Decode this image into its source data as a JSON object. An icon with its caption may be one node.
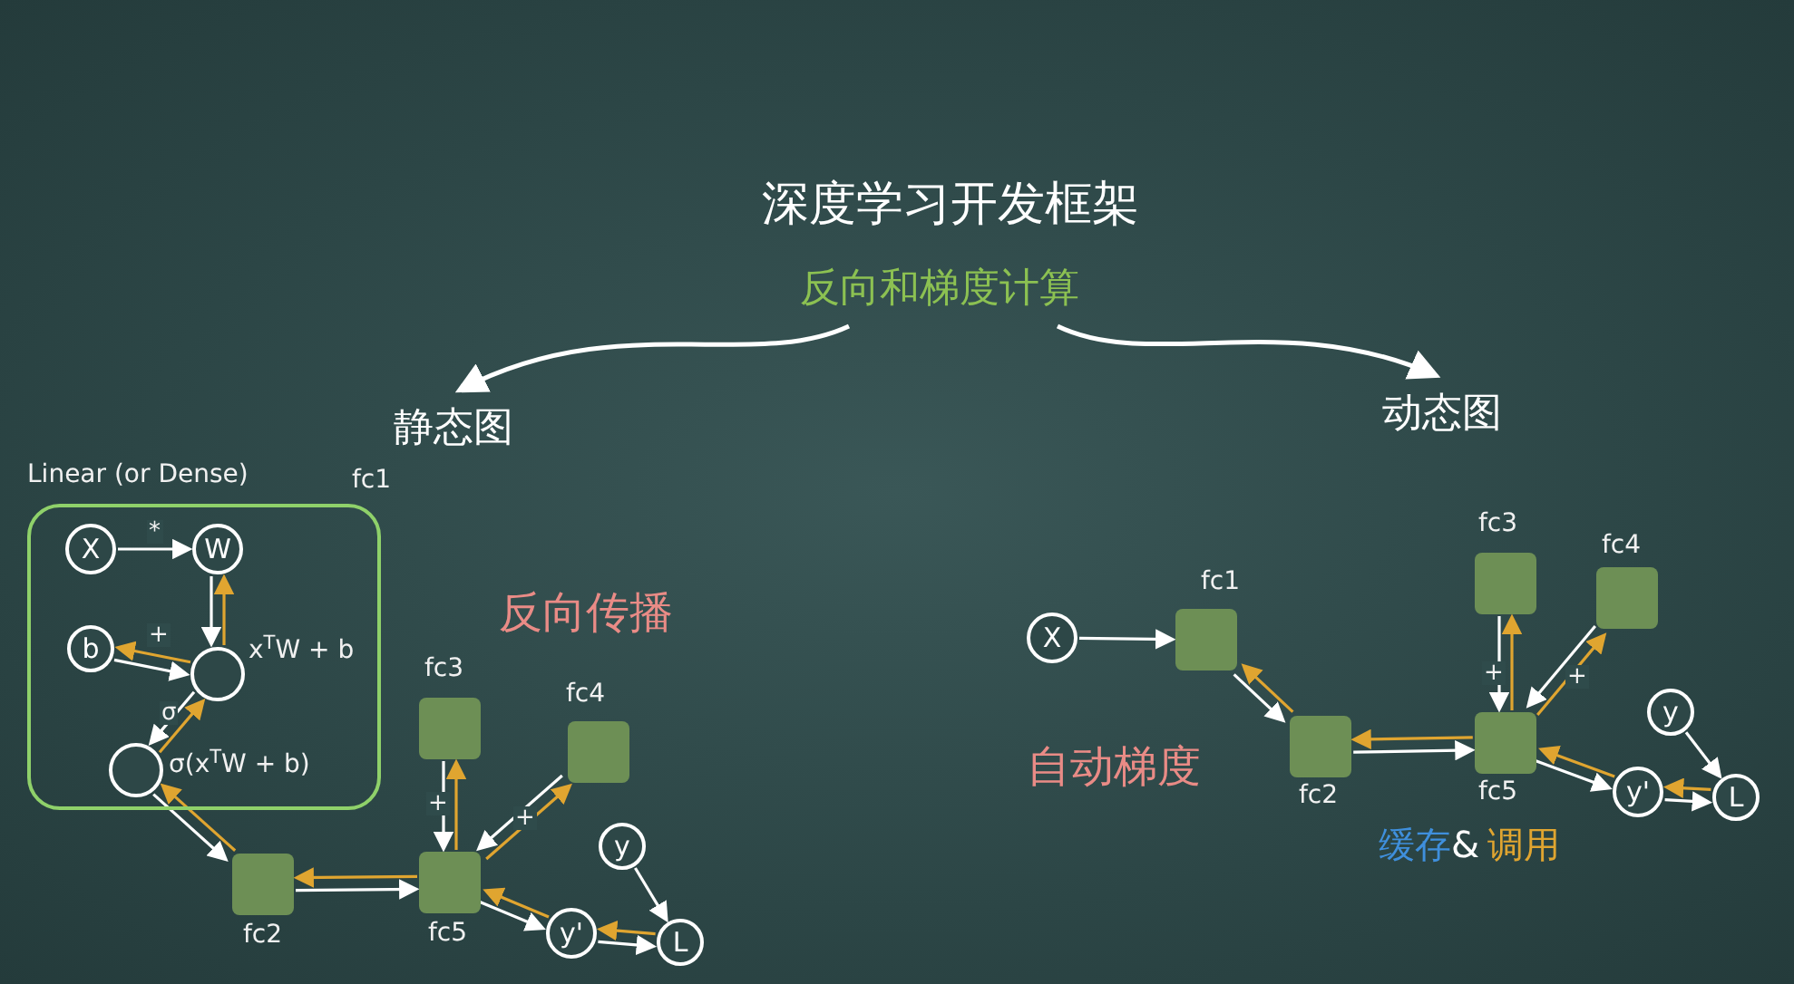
{
  "diagram": {
    "title": "深度学习开发框架",
    "nodes": [
      {
        "text": [
          "反向和梯度计算"
        ]
      },
      {
        "text": [
          "静态图"
        ]
      },
      {
        "text": [
          "动态图"
        ]
      },
      {
        "text": [
          "Linear (or Dense)"
        ],
        "beside": [
          "fc1"
        ]
      },
      {
        "text": [
          "X"
        ],
        "in": 3
      },
      {
        "text": [
          "W"
        ],
        "in": 3
      },
      {
        "text": [
          "b"
        ],
        "in": 3
      },
      {
        "text": [],
        "shape": "circle",
        "in": 3,
        "beside": [
          "x$^{T}$W + b"
        ]
      },
      {
        "text": [],
        "shape": "circle",
        "in": 3,
        "beside": [
          "σ(x$^{T}$W + b)"
        ]
      },
      {
        "text": [],
        "shape": "box",
        "beside": [
          "fc2"
        ]
      },
      {
        "text": [],
        "shape": "box",
        "beside": [
          "fc3"
        ]
      },
      {
        "text": [],
        "shape": "box",
        "beside": [
          "fc4"
        ]
      },
      {
        "text": [],
        "shape": "box",
        "beside": [
          "fc5"
        ]
      },
      {
        "text": [
          "y"
        ]
      },
      {
        "text": [
          "y'"
        ]
      },
      {
        "text": [
          "L"
        ]
      },
      {
        "text": [
          "X"
        ]
      },
      {
        "text": [],
        "shape": "box",
        "beside": [
          "fc1"
        ]
      },
      {
        "text": [],
        "shape": "box",
        "beside": [
          "fc2"
        ]
      },
      {
        "text": [],
        "shape": "box",
        "beside": [
          "fc3"
        ]
      },
      {
        "text": [],
        "shape": "box",
        "beside": [
          "fc4"
        ]
      },
      {
        "text": [],
        "shape": "box",
        "beside": [
          "fc5"
        ]
      },
      {
        "text": [
          "y"
        ]
      },
      {
        "text": [
          "y'"
        ]
      },
      {
        "text": [
          "L"
        ]
      }
    ],
    "edges": [
      {
        "from": 0,
        "to": 1,
        "arrow": "to"
      },
      {
        "from": 0,
        "to": 2,
        "arrow": "to"
      },
      {
        "from": 4,
        "to": 5,
        "arrow": "to",
        "label": "*"
      },
      {
        "from": 5,
        "to": 7,
        "arrow": "to"
      },
      {
        "from": 7,
        "to": 5,
        "arrow": "to",
        "color": "#e0a530"
      },
      {
        "from": 6,
        "to": 7,
        "arrow": "to",
        "label": "+"
      },
      {
        "from": 7,
        "to": 6,
        "arrow": "to",
        "color": "#e0a530"
      },
      {
        "from": 7,
        "to": 8,
        "arrow": "to",
        "label": "σ"
      },
      {
        "from": 8,
        "to": 7,
        "arrow": "to",
        "color": "#e0a530"
      },
      {
        "from": 8,
        "to": 9,
        "arrow": "to"
      },
      {
        "from": 9,
        "to": 8,
        "arrow": "to",
        "color": "#e0a530"
      },
      {
        "from": 9,
        "to": 12,
        "arrow": "to"
      },
      {
        "from": 12,
        "to": 9,
        "arrow": "to",
        "color": "#e0a530"
      },
      {
        "from": 10,
        "to": 12,
        "arrow": "to",
        "label": "+"
      },
      {
        "from": 12,
        "to": 10,
        "arrow": "to",
        "color": "#e0a530"
      },
      {
        "from": 11,
        "to": 12,
        "arrow": "to",
        "label": "+"
      },
      {
        "from": 12,
        "to": 11,
        "arrow": "to",
        "color": "#e0a530"
      },
      {
        "from": 12,
        "to": 14,
        "arrow": "to"
      },
      {
        "from": 14,
        "to": 12,
        "arrow": "to",
        "color": "#e0a530"
      },
      {
        "from": 13,
        "to": 15,
        "arrow": "to"
      },
      {
        "from": 14,
        "to": 15,
        "arrow": "to"
      },
      {
        "from": 15,
        "to": 14,
        "arrow": "to",
        "color": "#e0a530"
      },
      {
        "from": 16,
        "to": 17,
        "arrow": "to"
      },
      {
        "from": 17,
        "to": 18,
        "arrow": "to"
      },
      {
        "from": 18,
        "to": 17,
        "arrow": "to",
        "color": "#e0a530"
      },
      {
        "from": 18,
        "to": 21,
        "arrow": "to"
      },
      {
        "from": 21,
        "to": 18,
        "arrow": "to",
        "color": "#e0a530"
      },
      {
        "from": 19,
        "to": 21,
        "arrow": "to",
        "label": "+"
      },
      {
        "from": 21,
        "to": 19,
        "arrow": "to",
        "color": "#e0a530"
      },
      {
        "from": 20,
        "to": 21,
        "arrow": "to",
        "label": "+"
      },
      {
        "from": 21,
        "to": 20,
        "arrow": "to",
        "color": "#e0a530"
      },
      {
        "from": 21,
        "to": 23,
        "arrow": "to"
      },
      {
        "from": 23,
        "to": 21,
        "arrow": "to",
        "color": "#e0a530"
      },
      {
        "from": 22,
        "to": 24,
        "arrow": "to"
      },
      {
        "from": 23,
        "to": 24,
        "arrow": "to"
      },
      {
        "from": 24,
        "to": 23,
        "arrow": "to",
        "color": "#e0a530"
      }
    ],
    "labels": [
      "反向传播",
      "自动梯度",
      "缓存",
      "&",
      "调用"
    ]
  }
}
